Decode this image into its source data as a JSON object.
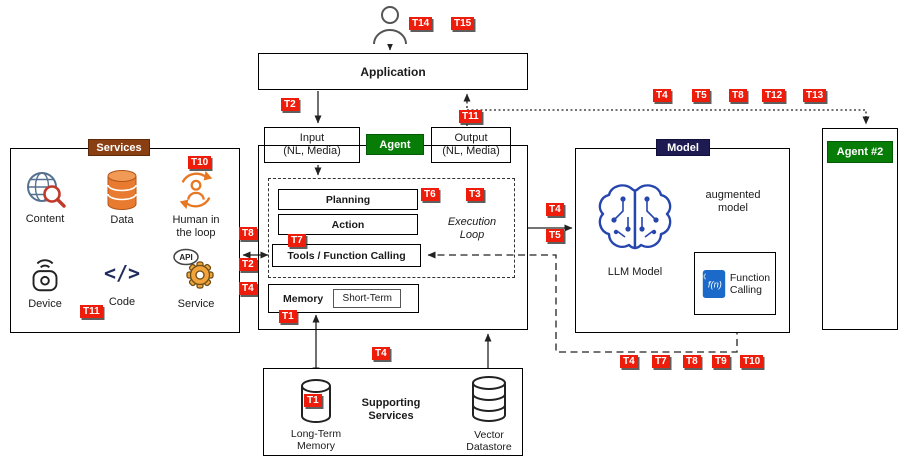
{
  "application": {
    "label": "Application"
  },
  "io": {
    "input_line1": "Input",
    "input_line2": "(NL, Media)",
    "agent_badge": "Agent",
    "output_line1": "Output",
    "output_line2": "(NL, Media)"
  },
  "agent_box": {
    "planning": "Planning",
    "action": "Action",
    "tools": "Tools / Function Calling",
    "execution_line1": "Execution",
    "execution_line2": "Loop",
    "memory": "Memory",
    "short_term": "Short-Term"
  },
  "services": {
    "header": "Services",
    "content": "Content",
    "data": "Data",
    "human_line1": "Human in",
    "human_line2": "the loop",
    "device": "Device",
    "code": "Code",
    "service": "Service",
    "api": "API",
    "code_glyph": "</>"
  },
  "model": {
    "header": "Model",
    "augmented_line1": "augmented",
    "augmented_line2": "model",
    "llm": "LLM Model",
    "fn_text": "f(n)",
    "function_line1": "Function",
    "function_line2": "Calling"
  },
  "agent2": {
    "label": "Agent #2"
  },
  "supporting": {
    "title_line1": "Supporting",
    "title_line2": "Services",
    "ltm_line1": "Long-Term",
    "ltm_line2": "Memory",
    "vector_line1": "Vector",
    "vector_line2": "Datastore"
  },
  "tags": [
    {
      "label": "T14"
    },
    {
      "label": "T15"
    },
    {
      "label": "T2"
    },
    {
      "label": "T11"
    },
    {
      "label": "T4"
    },
    {
      "label": "T5"
    },
    {
      "label": "T8"
    },
    {
      "label": "T12"
    },
    {
      "label": "T13"
    },
    {
      "label": "T10"
    },
    {
      "label": "T6"
    },
    {
      "label": "T3"
    },
    {
      "label": "T8"
    },
    {
      "label": "T7"
    },
    {
      "label": "T2"
    },
    {
      "label": "T4"
    },
    {
      "label": "T11"
    },
    {
      "label": "T1"
    },
    {
      "label": "T4"
    },
    {
      "label": "T5"
    },
    {
      "label": "T4"
    },
    {
      "label": "T7"
    },
    {
      "label": "T8"
    },
    {
      "label": "T9"
    },
    {
      "label": "T10"
    },
    {
      "label": "T4"
    },
    {
      "label": "T1"
    }
  ],
  "icons": {
    "user": "user-icon",
    "content": "globe-search-icon",
    "data": "database-icon",
    "human": "human-refresh-loop-icon",
    "device": "iot-device-icon",
    "code": "code-brackets-icon",
    "service": "api-gear-icon",
    "llm": "circuit-brain-icon",
    "function_calling": "fn-script-icon",
    "long_term_memory": "database-cylinder-icon",
    "vector_datastore": "stacked-database-icon"
  },
  "colors": {
    "tag_red": "#ed1c0b",
    "agent_green": "#077d07",
    "services_brown": "#8a3f12",
    "model_navy": "#1e1b52",
    "brain_blue": "#2746ad",
    "data_orange": "#e87b30",
    "human_orange": "#e87722",
    "fn_blue": "#1b6ac9"
  }
}
